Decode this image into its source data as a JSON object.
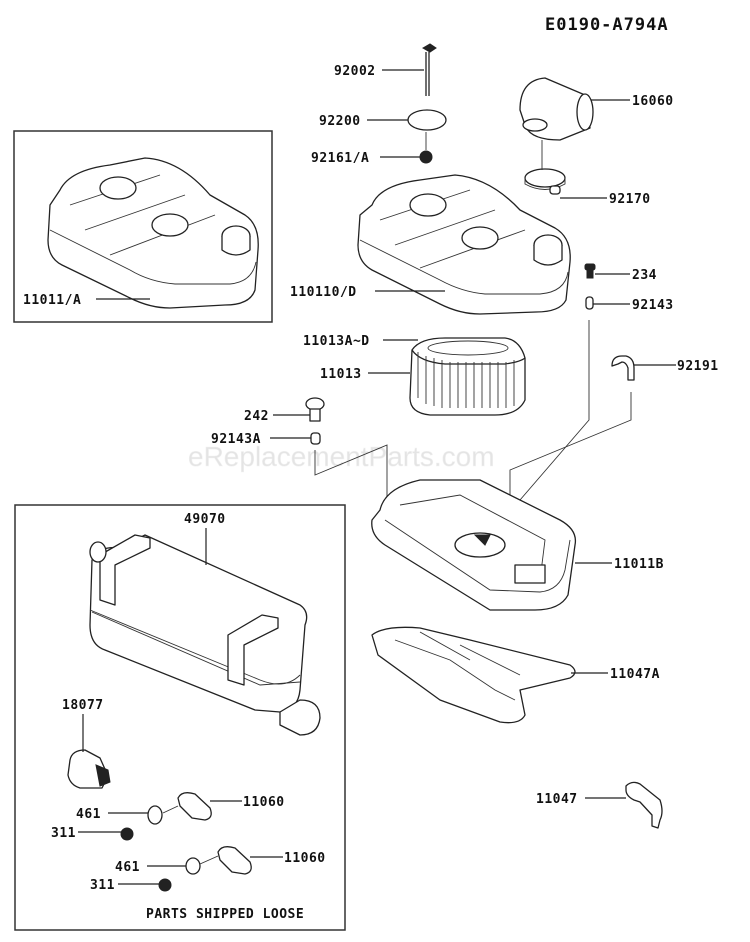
{
  "diagram_id": "E0190-A794A",
  "watermark": "eReplacementParts.com",
  "inset_note": "PARTS SHIPPED LOOSE",
  "parts": {
    "p92002": "92002",
    "p92200": "92200",
    "p92161A": "92161/A",
    "p16060": "16060",
    "p92170": "92170",
    "p110110D": "110110/D",
    "p234": "234",
    "p92143": "92143",
    "p11013AD": "11013A~D",
    "p11013": "11013",
    "p92191": "92191",
    "p242": "242",
    "p92143A": "92143A",
    "p11011A": "11011/A",
    "p49070": "49070",
    "p11011B": "11011B",
    "p11047A": "11047A",
    "p18077": "18077",
    "p461a": "461",
    "p11060a": "11060",
    "p311a": "311",
    "p461b": "461",
    "p11060b": "11060",
    "p311b": "311",
    "p11047": "11047"
  }
}
